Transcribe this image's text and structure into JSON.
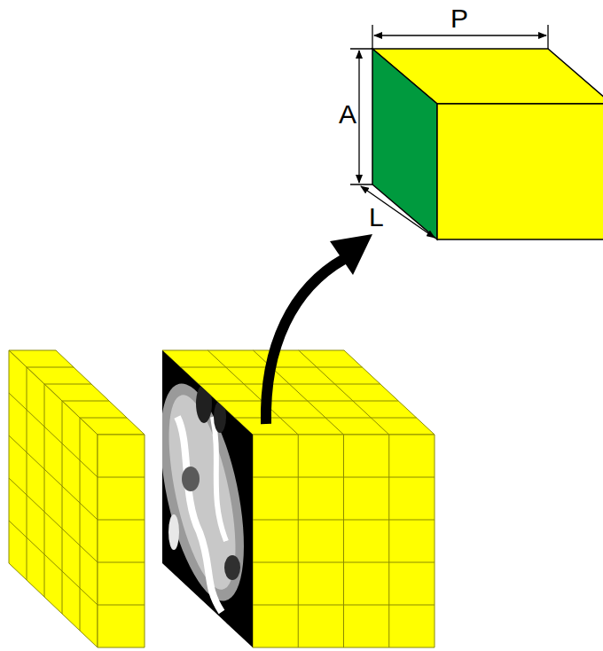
{
  "diagram": {
    "labels": [
      "P",
      "A",
      "L"
    ]
  }
}
